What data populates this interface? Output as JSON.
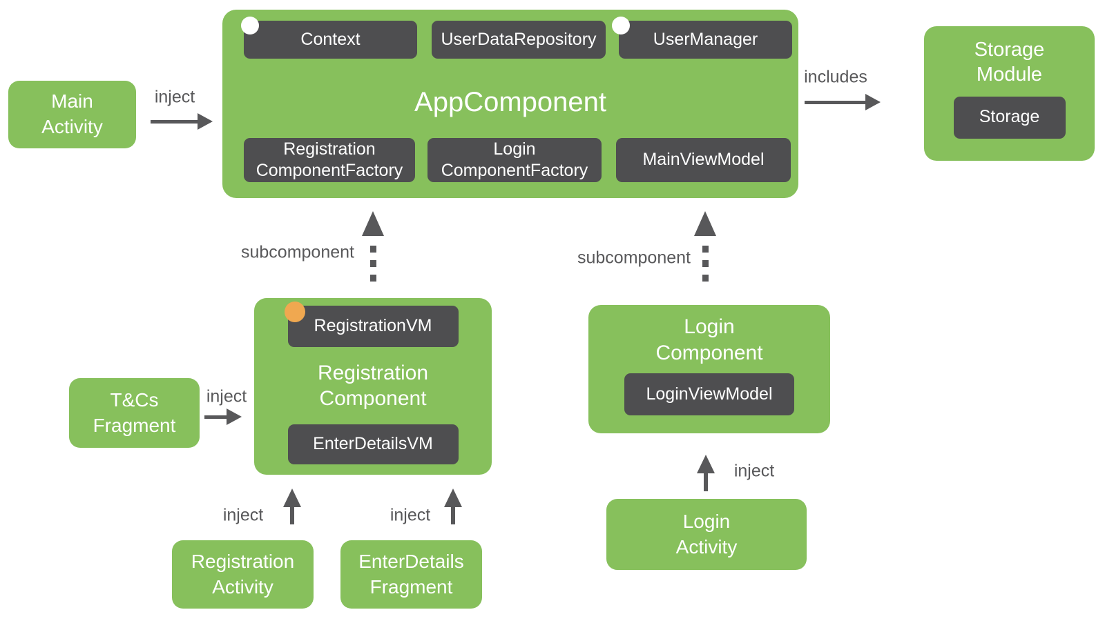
{
  "colors": {
    "box_green": "#87C05C",
    "box_dark_gray": "#4E4E50",
    "arrow_label_gray": "#58585A",
    "scope_dot_white": "#FFFFFF",
    "scope_dot_orange": "#F0A850",
    "text_white": "#FFFFFF",
    "background": "#FFFFFF"
  },
  "app_component": {
    "title": "AppComponent",
    "top_row": [
      "Context",
      "UserDataRepository",
      "UserManager"
    ],
    "bottom_row": [
      "Registration\nComponentFactory",
      "Login\nComponentFactory",
      "MainViewModel"
    ]
  },
  "main_activity": {
    "label": "Main\nActivity"
  },
  "storage_module": {
    "title": "Storage\nModule",
    "storage_box": "Storage"
  },
  "registration_component": {
    "registration_vm": "RegistrationVM",
    "title": "Registration\nComponent",
    "enter_details_vm": "EnterDetailsVM"
  },
  "login_component": {
    "title": "Login\nComponent",
    "login_view_model": "LoginViewModel"
  },
  "tcs_fragment": {
    "label": "T&Cs\nFragment"
  },
  "registration_activity": {
    "label": "Registration\nActivity"
  },
  "enterdetails_fragment": {
    "label": "EnterDetails\nFragment"
  },
  "login_activity": {
    "label": "Login\nActivity"
  },
  "edges": {
    "main_inject": "inject",
    "includes": "includes",
    "registration_subcomponent": "subcomponent",
    "login_subcomponent": "subcomponent",
    "tcs_inject": "inject",
    "registration_activity_inject": "inject",
    "enterdetails_inject": "inject",
    "login_inject": "inject"
  }
}
